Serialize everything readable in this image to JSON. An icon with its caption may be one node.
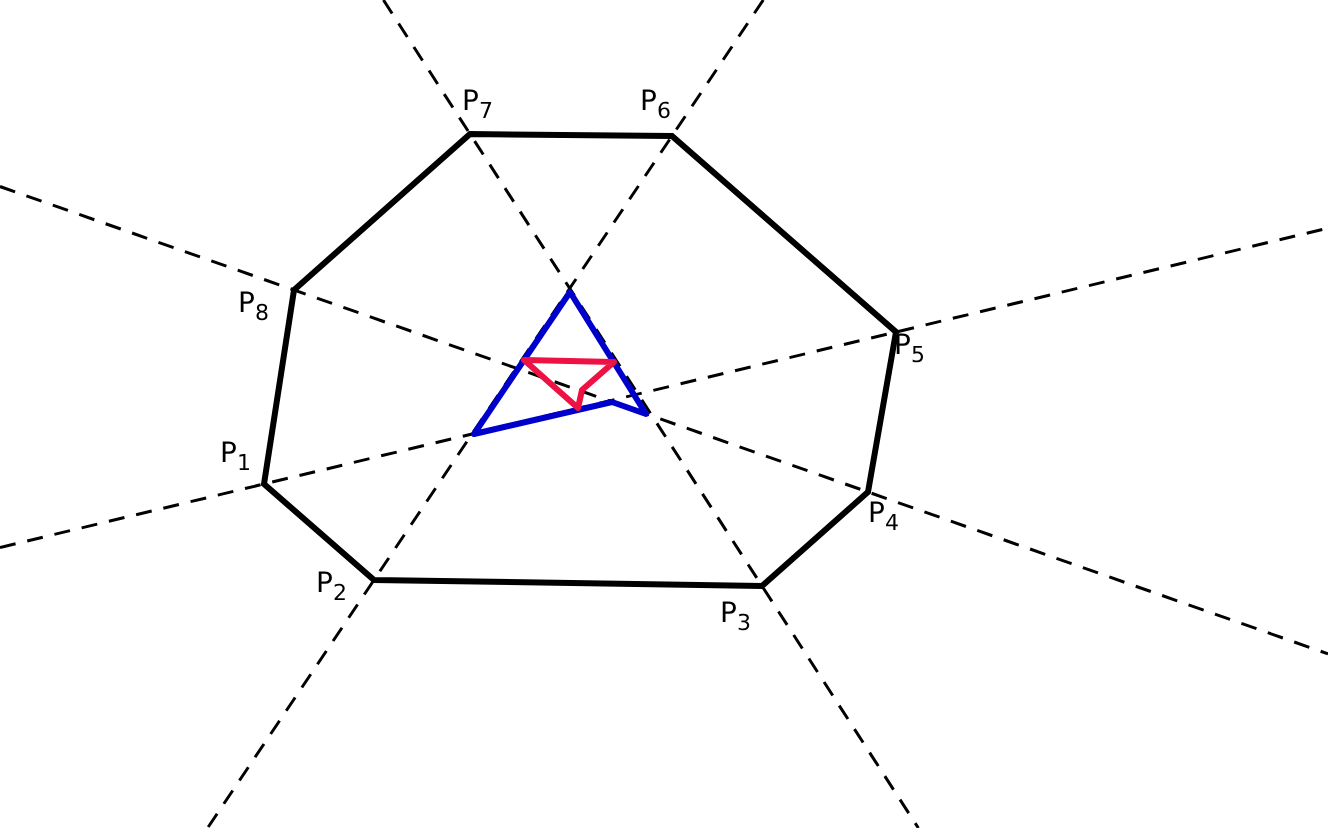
{
  "diagram": {
    "labels": [
      "P$_{7}$",
      "P$_{6}$",
      "P$_{8}$",
      "P$_{5}$",
      "P$_{1}$",
      "P$_{4}$",
      "P$_{2}$",
      "P$_{3}$"
    ]
  }
}
